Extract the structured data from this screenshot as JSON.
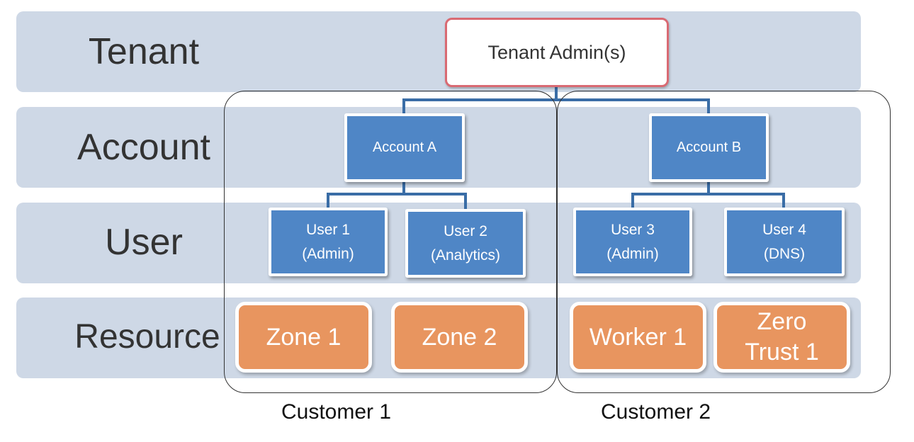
{
  "layers": {
    "tenant": "Tenant",
    "account": "Account",
    "user": "User",
    "resource": "Resource"
  },
  "tenant_admin": "Tenant Admin(s)",
  "accounts": {
    "a": "Account A",
    "b": "Account B"
  },
  "users": [
    {
      "name": "User 1",
      "role": "(Admin)"
    },
    {
      "name": "User 2",
      "role": "(Analytics)"
    },
    {
      "name": "User 3",
      "role": "(Admin)"
    },
    {
      "name": "User 4",
      "role": "(DNS)"
    }
  ],
  "resources": {
    "zone1": "Zone 1",
    "zone2": "Zone 2",
    "worker1": "Worker 1",
    "zero_trust_line1": "Zero",
    "zero_trust_line2": "Trust 1"
  },
  "customers": {
    "c1": "Customer 1",
    "c2": "Customer 2"
  },
  "colors": {
    "band": "#ced8e6",
    "blue_node": "#4f86c6",
    "orange_node": "#e8955f",
    "admin_border": "#d96a73",
    "connector": "#3a6da6"
  }
}
